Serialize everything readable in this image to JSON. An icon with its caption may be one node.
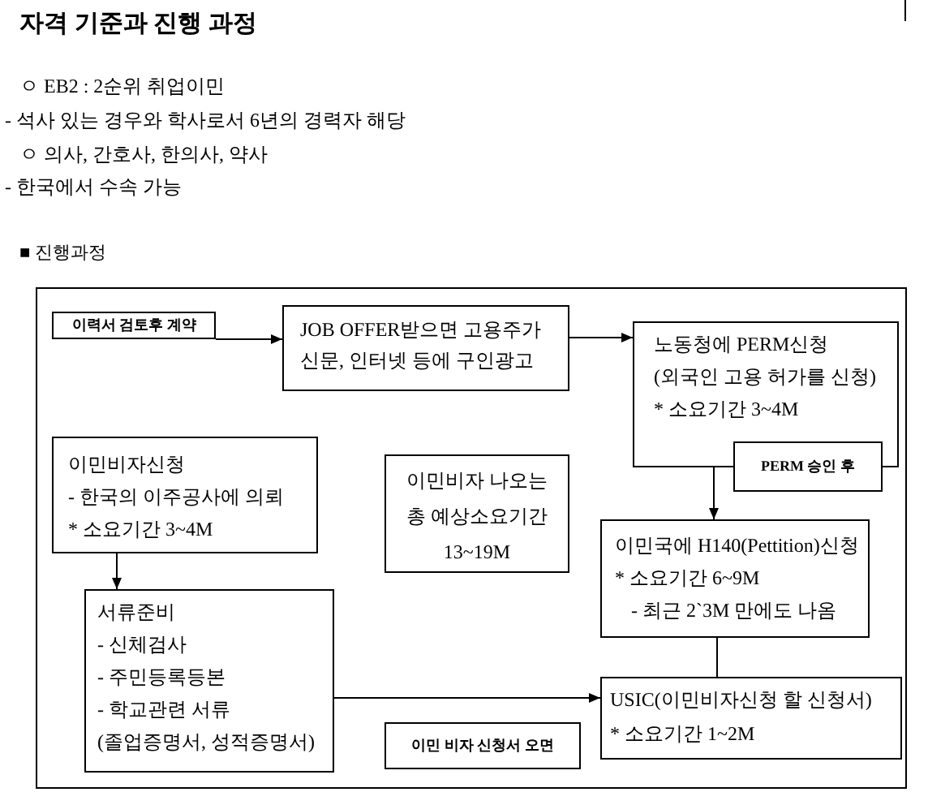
{
  "diagram": {
    "title": "자격 기준과 진행 과정",
    "nodes": [
      {
        "text": [
          "■ 진행과정"
        ]
      },
      {
        "text": [
          "이력서 검토후 계약"
        ],
        "in": 0
      },
      {
        "text": [
          "JOB OFFER받으면 고용주가 신문, 인터넷 등에 구인광고"
        ],
        "in": 0
      },
      {
        "text": [
          "노동청에 PERM신청",
          "(외국인 고용 허가를 신청)",
          "* 소요기간 3~4M"
        ],
        "in": 0
      },
      {
        "text": [
          "PERM 승인 후"
        ],
        "in": 0
      },
      {
        "text": [
          "이민비자신청",
          "- 한국의 이주공사에 의뢰",
          "* 소요기간 3~4M"
        ],
        "in": 0
      },
      {
        "text": [
          "이민비자 나오는 총 예상소요기간",
          "13~19M"
        ],
        "in": 0
      },
      {
        "text": [
          "이민국에 H140(Pettition)신청",
          "* 소요기간 6~9M",
          "- 최근 2`3M 만에도 나옴"
        ],
        "in": 0
      },
      {
        "text": [
          "서류준비",
          "- 신체검사",
          "- 주민등록등본",
          "- 학교관련 서류",
          "(졸업증명서, 성적증명서)"
        ],
        "in": 0
      },
      {
        "text": [
          "이민 비자 신청서 오면"
        ],
        "in": 0
      },
      {
        "text": [
          "USIC(이민비자신청 할 신청서)",
          "* 소요기간 1~2M"
        ],
        "in": 0
      }
    ],
    "edges": [
      {
        "from": 1,
        "to": 2,
        "arrow": "to"
      },
      {
        "from": 2,
        "to": 3,
        "arrow": "to"
      },
      {
        "from": 3,
        "to": 7,
        "arrow": "to"
      },
      {
        "from": 5,
        "to": 8,
        "arrow": "to"
      },
      {
        "from": 7,
        "to": 10,
        "arrow": "none"
      },
      {
        "from": 8,
        "to": 10,
        "arrow": "to"
      }
    ],
    "labels": [
      "ㅇ EB2 : 2순위 취업이민",
      "- 석사 있는 경우와 학사로서 6년의 경력자 해당",
      "ㅇ 의사, 간호사, 한의사, 약사",
      "- 한국에서 수속 가능"
    ]
  }
}
